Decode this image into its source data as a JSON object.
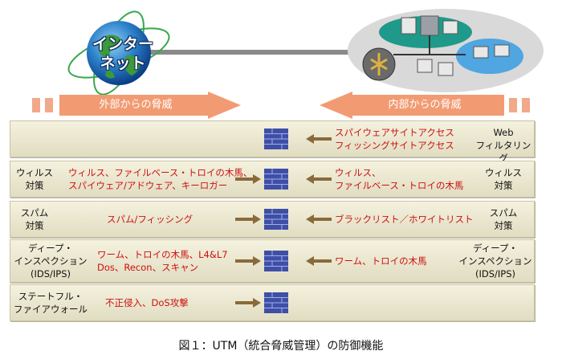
{
  "top": {
    "internet_label_line1": "インター",
    "internet_label_line2": "ネット",
    "external_threat": "外部からの脅威",
    "internal_threat": "内部からの脅威"
  },
  "rows": [
    {
      "left_label": [],
      "left_threats": [],
      "right_threats": [
        "スパイウェアサイトアクセス",
        "フィッシングサイトアクセス"
      ],
      "right_label": [
        "Web",
        "フィルタリング"
      ]
    },
    {
      "left_label": [
        "ウィルス",
        "対策"
      ],
      "left_threats": [
        "ウィルス、ファイルベース・トロイの木馬、",
        "スパイウェア/アドウェア、キーロガー"
      ],
      "right_threats": [
        "ウィルス、",
        "ファイルベース・トロイの木馬"
      ],
      "right_label": [
        "ウィルス",
        "対策"
      ]
    },
    {
      "left_label": [
        "スパム",
        "対策"
      ],
      "left_threats": [
        "スパム/フィッシング"
      ],
      "right_threats": [
        "ブラックリスト／ホワイトリスト"
      ],
      "right_label": [
        "スパム",
        "対策"
      ]
    },
    {
      "left_label": [
        "ディープ・",
        "インスペクション",
        "(IDS/IPS)"
      ],
      "left_threats": [
        "ワーム、トロイの木馬、L4&L7",
        "Dos、Recon、スキャン"
      ],
      "right_threats": [
        "ワーム、トロイの木馬"
      ],
      "right_label": [
        "ディープ・",
        "インスペクション",
        "(IDS/IPS)"
      ]
    },
    {
      "left_label": [
        "ステートフル・",
        "ファイアウォール"
      ],
      "left_threats": [
        "不正侵入、DoS攻撃"
      ],
      "right_threats": [],
      "right_label": []
    }
  ],
  "caption": "図１：UTM（統合脅威管理）の防御機能",
  "colors": {
    "threat_text": "#cc1111",
    "threat_arrow": "#f29b73",
    "row_bg": "#e9e6cf",
    "firewall_brick": "#3f4fa6",
    "small_arrow": "#8a6a3a"
  }
}
